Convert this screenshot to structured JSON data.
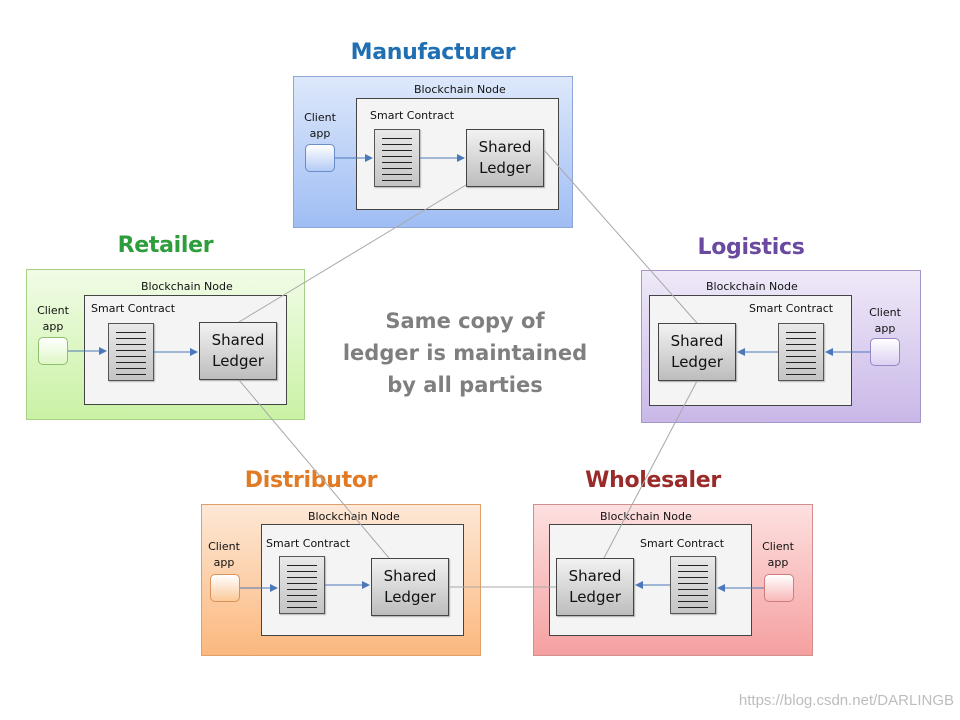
{
  "center_text": [
    "Same copy of",
    "ledger is maintained",
    "by all parties"
  ],
  "watermark": "https://blog.csdn.net/DARLINGB",
  "labels": {
    "blockchain_node": "Blockchain Node",
    "smart_contract": "Smart Contract",
    "client_line1": "Client",
    "client_line2": "app",
    "ledger_line1": "Shared",
    "ledger_line2": "Ledger"
  },
  "parties": [
    {
      "id": "manufacturer",
      "title": "Manufacturer",
      "title_color": "#1f6fb2",
      "fill_top": "#dde8fb",
      "fill_bottom": "#9fbdf4",
      "border": "#8fa7d6",
      "client_fill": "#b4cbf6",
      "client_border": "#6a8cc8"
    },
    {
      "id": "retailer",
      "title": "Retailer",
      "title_color": "#2e9d3c",
      "fill_top": "#f1fce6",
      "fill_bottom": "#c9f2a4",
      "border": "#a7cf86",
      "client_fill": "#dff7c6",
      "client_border": "#8fbf6c"
    },
    {
      "id": "logistics",
      "title": "Logistics",
      "title_color": "#6a4aa0",
      "fill_top": "#efe9f8",
      "fill_bottom": "#c9b8e8",
      "border": "#a796cc",
      "client_fill": "#ddd0f2",
      "client_border": "#9a86c6"
    },
    {
      "id": "distributor",
      "title": "Distributor",
      "title_color": "#e07a25",
      "fill_top": "#fde8d6",
      "fill_bottom": "#fbb87e",
      "border": "#dfa06c",
      "client_fill": "#fcc898",
      "client_border": "#d9925a"
    },
    {
      "id": "wholesaler",
      "title": "Wholesaler",
      "title_color": "#9b2a2a",
      "fill_top": "#fde0e0",
      "fill_bottom": "#f5a0a0",
      "border": "#d58e8e",
      "client_fill": "#f9b8b8",
      "client_border": "#d07c7c"
    }
  ]
}
